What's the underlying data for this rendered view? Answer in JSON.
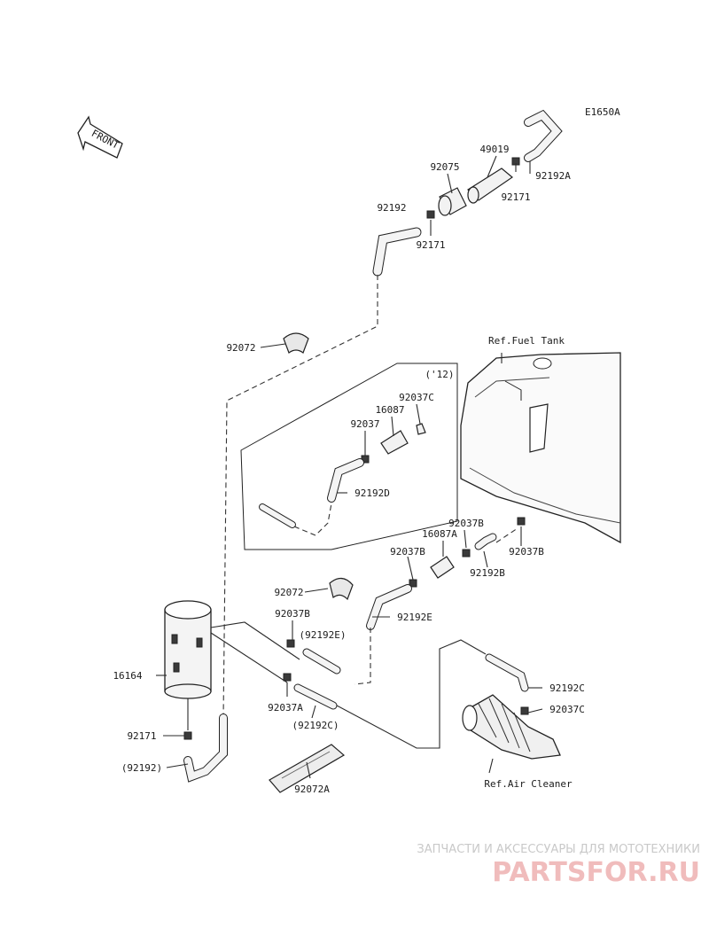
{
  "diagram_code": "E1650A",
  "front_label": "FRONT",
  "refs": {
    "fuel_tank": "Ref.Fuel Tank",
    "air_cleaner": "Ref.Air Cleaner",
    "year_note": "('12)"
  },
  "parts": {
    "p49019": "49019",
    "p92075": "92075",
    "p92192A": "92192A",
    "p92171_top": "92171",
    "p92192": "92192",
    "p92171_mid": "92171",
    "p92072": "92072",
    "p92037C": "92037C",
    "p16087": "16087",
    "p92037": "92037",
    "p92192D": "92192D",
    "p92037B_a": "92037B",
    "p16087A": "16087A",
    "p92037B_b": "92037B",
    "p92037B_c": "92037B",
    "p92192B": "92192B",
    "p92072_b": "92072",
    "p92192E": "92192E",
    "p92037B_d": "92037B",
    "p92192E_ref": "(92192E)",
    "p16164": "16164",
    "p92192C": "92192C",
    "p92037C_b": "92037C",
    "p92037A": "92037A",
    "p92192C_ref": "(92192C)",
    "p92171_low": "92171",
    "p92192_ref": "(92192)",
    "p92072A": "92072A"
  },
  "watermark": {
    "line1": "ЗАПЧАСТИ И АКСЕССУАРЫ ДЛЯ МОТОТЕХНИКИ",
    "line2": "PARTSFOR.RU"
  }
}
